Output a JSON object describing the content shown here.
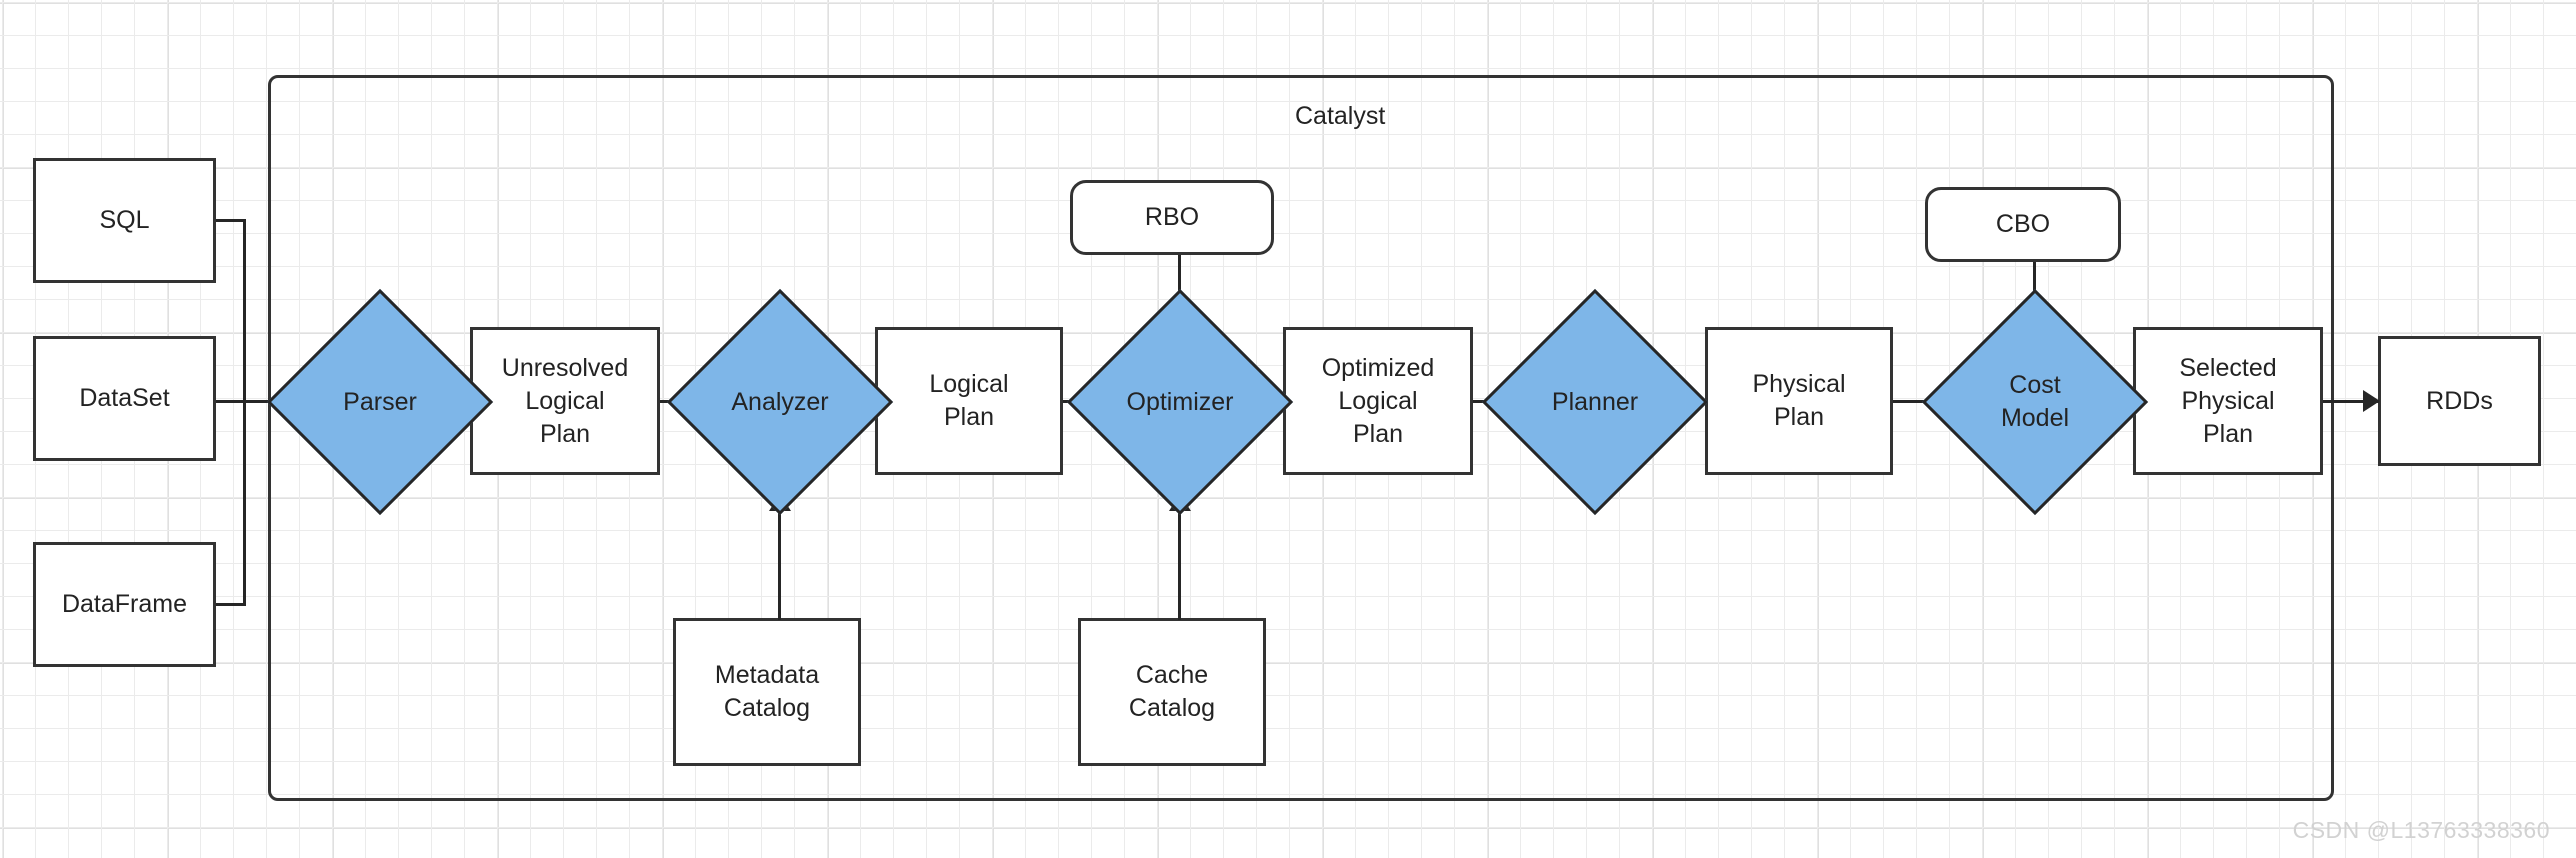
{
  "diagram": {
    "title": "Catalyst",
    "watermark": "CSDN @L13763338360",
    "colors": {
      "process_fill": "#7EB6E8",
      "stroke": "#333333",
      "text": "#232323",
      "grid": "#ebebeb",
      "watermark": "#d2d2d2"
    },
    "inputs": [
      {
        "id": "sql",
        "label": "SQL"
      },
      {
        "id": "dataset",
        "label": "DataSet"
      },
      {
        "id": "dataframe",
        "label": "DataFrame"
      }
    ],
    "pipeline": [
      {
        "id": "parser",
        "label": "Parser",
        "shape": "diamond"
      },
      {
        "id": "unresolved-logical-plan",
        "label": "Unresolved\nLogical\nPlan",
        "shape": "rect"
      },
      {
        "id": "analyzer",
        "label": "Analyzer",
        "shape": "diamond"
      },
      {
        "id": "logical-plan",
        "label": "Logical\nPlan",
        "shape": "rect"
      },
      {
        "id": "optimizer",
        "label": "Optimizer",
        "shape": "diamond"
      },
      {
        "id": "optimized-logical-plan",
        "label": "Optimized\nLogical\nPlan",
        "shape": "rect"
      },
      {
        "id": "planner",
        "label": "Planner",
        "shape": "diamond"
      },
      {
        "id": "physical-plan",
        "label": "Physical\nPlan",
        "shape": "rect"
      },
      {
        "id": "cost-model",
        "label": "Cost\nModel",
        "shape": "diamond"
      },
      {
        "id": "selected-physical-plan",
        "label": "Selected\nPhysical\nPlan",
        "shape": "rect"
      }
    ],
    "top_inputs": [
      {
        "id": "rbo",
        "label": "RBO",
        "target": "optimizer"
      },
      {
        "id": "cbo",
        "label": "CBO",
        "target": "cost-model"
      }
    ],
    "bottom_inputs": [
      {
        "id": "metadata-catalog",
        "label": "Metadata\nCatalog",
        "target": "analyzer"
      },
      {
        "id": "cache-catalog",
        "label": "Cache\nCatalog",
        "target": "optimizer"
      }
    ],
    "output": {
      "id": "rdds",
      "label": "RDDs"
    }
  }
}
